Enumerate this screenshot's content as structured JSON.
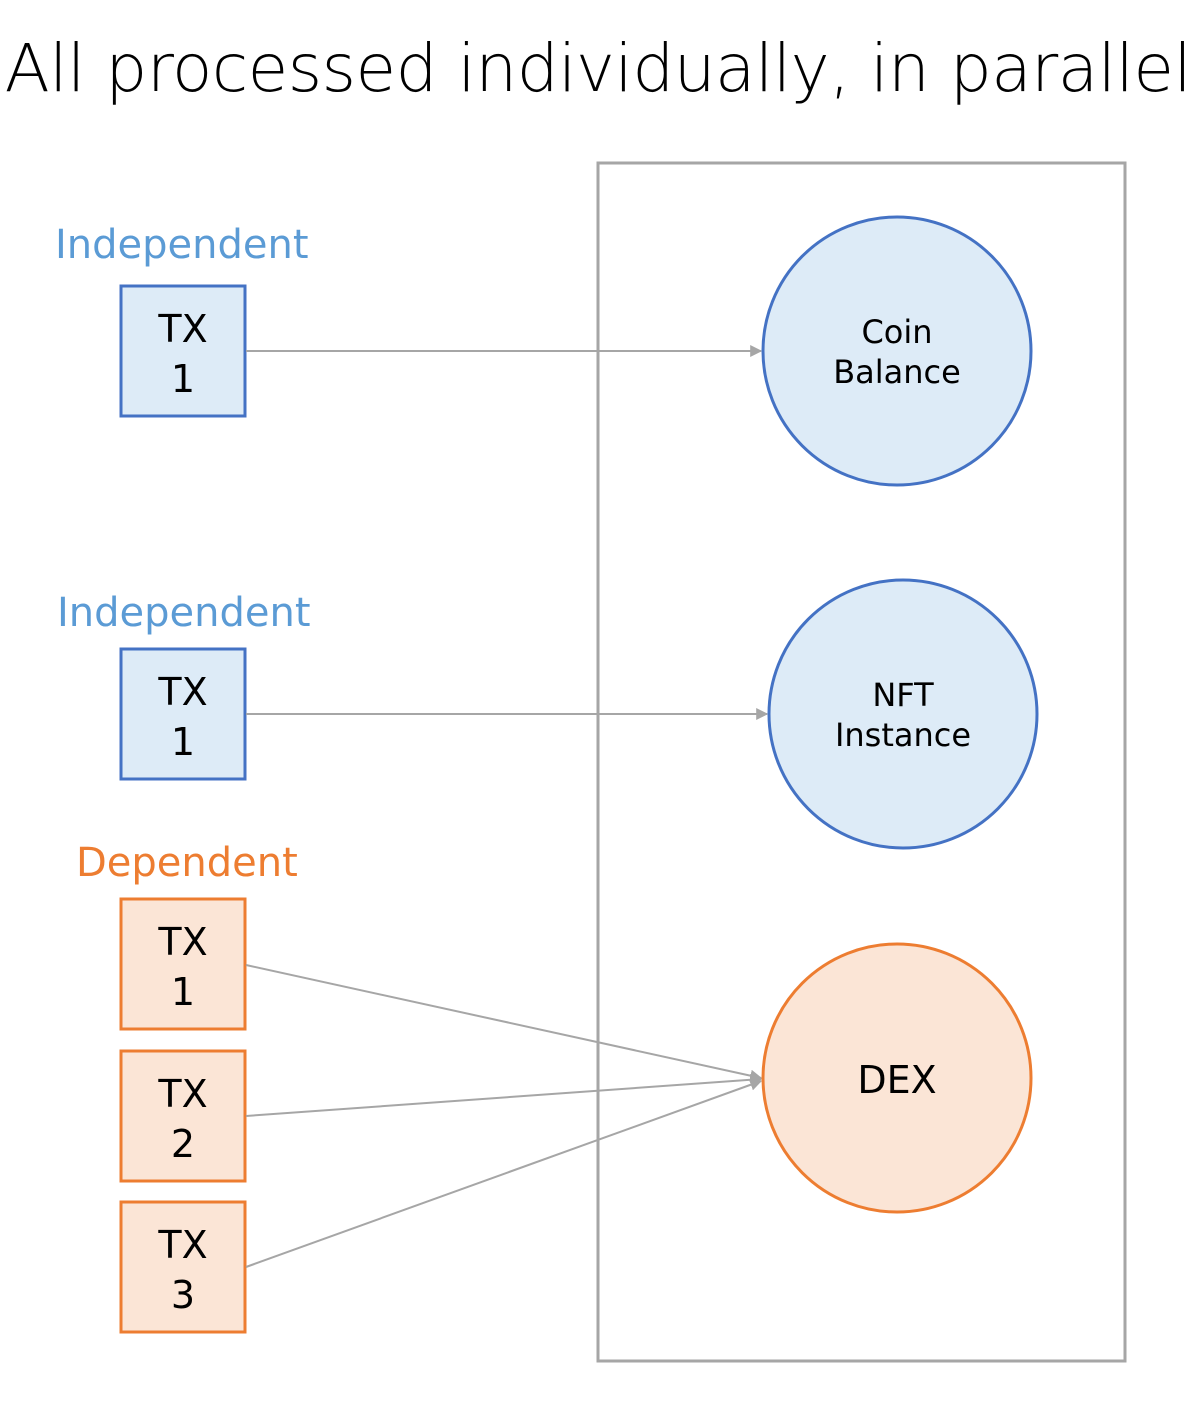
{
  "title": "All processed individually, in parallel",
  "colors": {
    "blue_stroke": "#4472c4",
    "blue_fill": "#ddebf7",
    "blue_text": "#5b9bd5",
    "orange_stroke": "#ed7d31",
    "orange_fill": "#fbe5d6",
    "orange_text": "#ed7d31",
    "arrow": "#a6a6a6",
    "container": "#a6a6a6"
  },
  "groups": {
    "independent_1": "Independent",
    "independent_2": "Independent",
    "dependent": "Dependent"
  },
  "tx": {
    "t1": {
      "line1": "TX",
      "line2": "1"
    },
    "t2": {
      "line1": "TX",
      "line2": "1"
    },
    "t3": {
      "line1": "TX",
      "line2": "1"
    },
    "t4": {
      "line1": "TX",
      "line2": "2"
    },
    "t5": {
      "line1": "TX",
      "line2": "3"
    }
  },
  "nodes": {
    "coin": {
      "line1": "Coin",
      "line2": "Balance"
    },
    "nft": {
      "line1": "NFT",
      "line2": "Instance"
    },
    "dex": {
      "line1": "DEX"
    }
  }
}
